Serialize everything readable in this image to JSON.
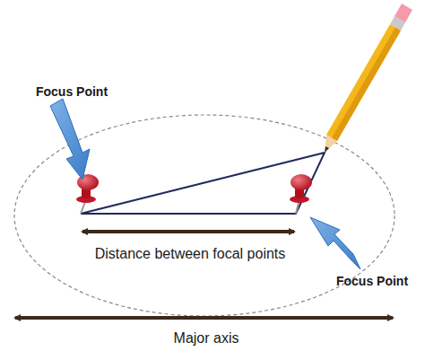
{
  "diagram": {
    "labels": [
      "Focus Point",
      "Focus Point",
      "Distance between focal points",
      "Major axis"
    ]
  }
}
